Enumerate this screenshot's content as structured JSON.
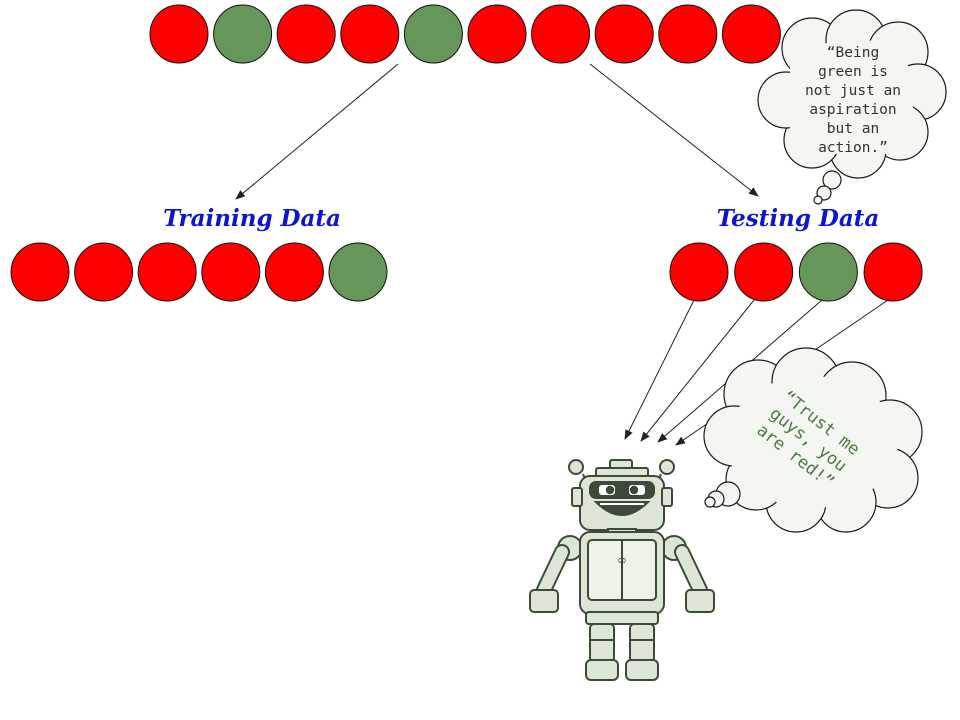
{
  "colors": {
    "red": "#ff0000",
    "green": "#67965a",
    "label": "#0b14d8",
    "quote_text": "#333333",
    "robot_quote_text": "#4f7a46",
    "robot_fill": "#dde6d6",
    "robot_line": "#3d4a3a"
  },
  "full_dataset": {
    "balls": [
      "red",
      "green",
      "red",
      "red",
      "green",
      "red",
      "red",
      "red",
      "red",
      "red"
    ]
  },
  "training": {
    "label": "Training Data",
    "balls": [
      "red",
      "red",
      "red",
      "red",
      "red",
      "green"
    ]
  },
  "testing": {
    "label": "Testing Data",
    "balls": [
      "red",
      "red",
      "green",
      "red"
    ]
  },
  "green_quote": {
    "lines": [
      "“Being",
      "green is",
      "not just an",
      "aspiration",
      "but an",
      "action.”"
    ]
  },
  "robot_quote": {
    "lines": [
      "“Trust me",
      "guys, you",
      "are red!”"
    ]
  },
  "robot": {
    "icon": "robot-icon"
  }
}
